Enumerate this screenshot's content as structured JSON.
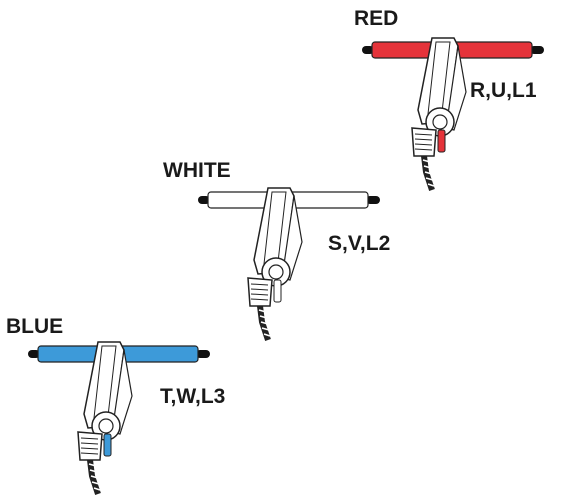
{
  "probes": [
    {
      "color_label": "RED",
      "phase_label": "R,U,L1",
      "cable_color": "#e5333a",
      "accent_color": "#e5333a"
    },
    {
      "color_label": "WHITE",
      "phase_label": "S,V,L2",
      "cable_color": "#ffffff",
      "accent_color": "#ffffff"
    },
    {
      "color_label": "BLUE",
      "phase_label": "T,W,L3",
      "cable_color": "#3d9ad9",
      "accent_color": "#3d9ad9"
    }
  ]
}
